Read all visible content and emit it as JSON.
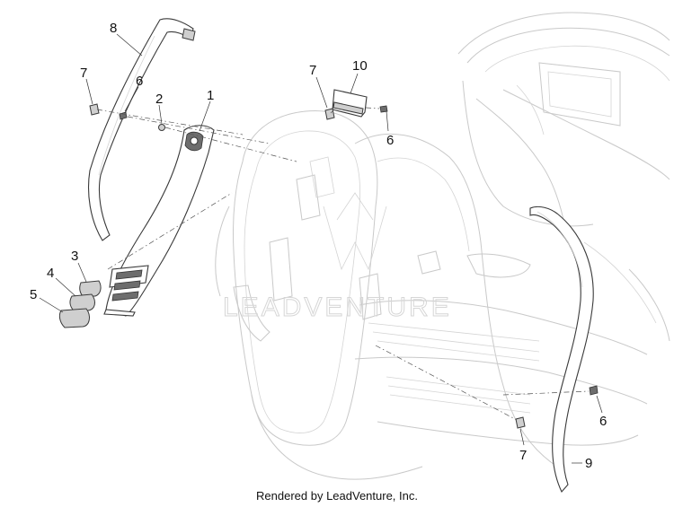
{
  "watermark": {
    "brand_text": "LEADVENTURE"
  },
  "callouts": {
    "part_1": "1",
    "part_2": "2",
    "part_3": "3",
    "part_4": "4",
    "part_5": "5",
    "part_6a": "6",
    "part_6b": "6",
    "part_6c": "6",
    "part_7a": "7",
    "part_7b": "7",
    "part_7c": "7",
    "part_8": "8",
    "part_9": "9",
    "part_10": "10"
  },
  "footer": {
    "credit": "Rendered by LeadVenture, Inc."
  }
}
